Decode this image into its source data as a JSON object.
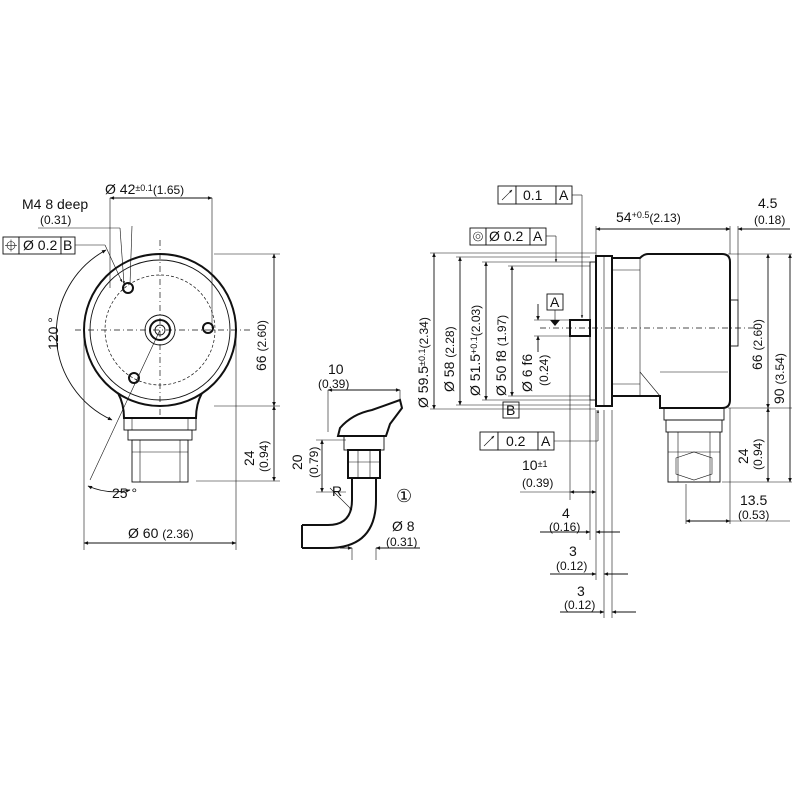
{
  "front_view": {
    "thread_note": "M4 8 deep",
    "thread_note_in": "(0.31)",
    "pos_tol_value": "Ø 0.2",
    "pos_tol_ref": "B",
    "bolt_circle": "Ø 42",
    "bolt_circle_tol": "±0.1",
    "bolt_circle_in": "(1.65)",
    "angle_120": "120 °",
    "angle_25": "25 °",
    "height_66": "66",
    "height_66_in": "(2.60)",
    "height_24": "24",
    "height_24_in": "(0.94)",
    "dia_60": "Ø 60",
    "dia_60_in": "(2.36)"
  },
  "cable_view": {
    "width_10": "10",
    "width_10_in": "(0.39)",
    "height_20": "20",
    "height_20_in": "(0.79)",
    "radius": "R",
    "marker": "①",
    "dia_8": "Ø 8",
    "dia_8_in": "(0.31)"
  },
  "side_view": {
    "runout_top_value": "0.1",
    "runout_top_ref": "A",
    "length_54": "54",
    "length_54_tol": "+0.5",
    "length_54_in": "(2.13)",
    "dim_4_5": "4.5",
    "dim_4_5_in": "(0.18)",
    "conc_value": "Ø 0.2",
    "conc_ref": "A",
    "datum_a": "A",
    "datum_b": "B",
    "dia_59_5": "Ø 59.5",
    "dia_59_5_tol": "±0.1",
    "dia_59_5_in": "(2.34)",
    "dia_58": "Ø 58",
    "dia_58_in": "(2.28)",
    "dia_51_5": "Ø 51.5",
    "dia_51_5_tol": "+0.1",
    "dia_51_5_in": "(2.03)",
    "dia_50": "Ø 50 f8",
    "dia_50_in": "(1.97)",
    "dia_6": "Ø 6 f6",
    "dia_6_in": "(0.24)",
    "height_66": "66",
    "height_66_in": "(2.60)",
    "height_90": "90",
    "height_90_in": "(3.54)",
    "height_24": "24",
    "height_24_in": "(0.94)",
    "runout_bot_value": "0.2",
    "runout_bot_ref": "A",
    "shaft_10": "10",
    "shaft_10_tol": "±1",
    "shaft_10_in": "(0.39)",
    "dim_4": "4",
    "dim_4_in": "(0.16)",
    "dim_3a": "3",
    "dim_3a_in": "(0.12)",
    "dim_3b": "3",
    "dim_3b_in": "(0.12)",
    "dim_13_5": "13.5",
    "dim_13_5_in": "(0.53)"
  }
}
